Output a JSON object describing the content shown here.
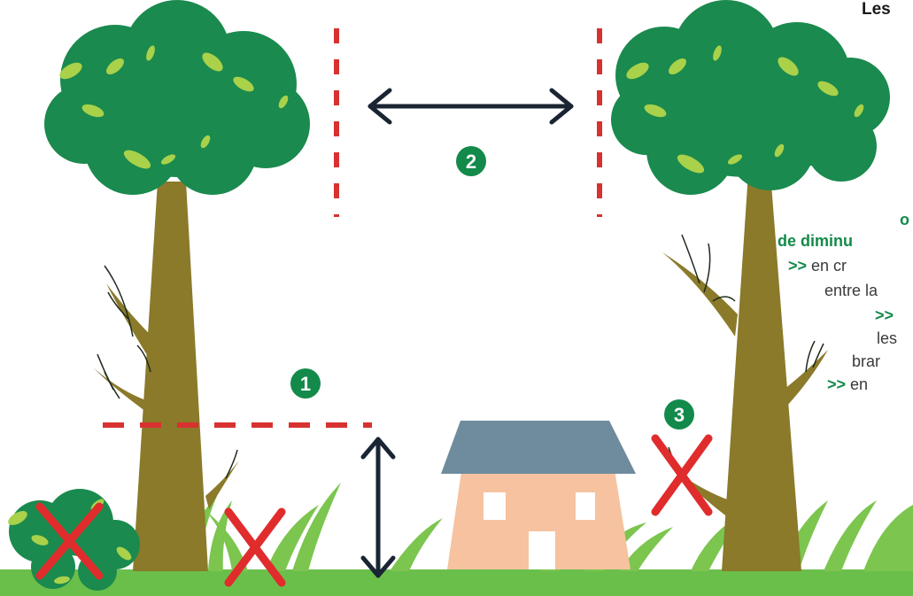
{
  "title": "Les",
  "marker_labels": {
    "one": "1",
    "two": "2",
    "three": "3"
  },
  "text_lines": [
    {
      "arrow": "",
      "text": "o"
    },
    {
      "arrow": "",
      "text": "de diminu"
    },
    {
      "arrow": ">>",
      "text": " en cr"
    },
    {
      "arrow": "",
      "text": "entre la"
    },
    {
      "arrow": ">>",
      "text": ""
    },
    {
      "arrow": "",
      "text": "les"
    },
    {
      "arrow": "",
      "text": "brar"
    },
    {
      "arrow": ">>",
      "text": " en"
    }
  ],
  "colors": {
    "canopy": "#1a8a4e",
    "leaf": "#a9d14a",
    "trunk": "#8a7a2a",
    "grass": "#6abf4b",
    "ground": "#6abf4b",
    "dashes": "#d8312f",
    "cross": "#e02c2c",
    "arrow": "#1a2433",
    "badge": "#138a4a",
    "roof": "#6f8c9e",
    "house": "#f6c2a0"
  }
}
